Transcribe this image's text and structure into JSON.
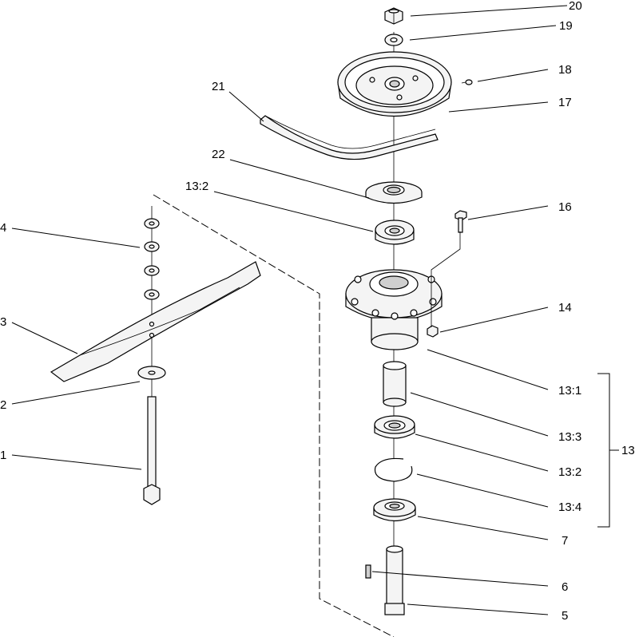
{
  "callouts": {
    "c20": "20",
    "c19": "19",
    "c18": "18",
    "c17": "17",
    "c21": "21",
    "c22": "22",
    "c13_2_top": "13:2",
    "c16": "16",
    "c4": "4",
    "c3": "3",
    "c14": "14",
    "c2": "2",
    "c13_1": "13:1",
    "c13_3": "13:3",
    "c13": "13",
    "c1": "1",
    "c13_2_bottom": "13:2",
    "c13_4": "13:4",
    "c7": "7",
    "c6": "6",
    "c5": "5"
  }
}
